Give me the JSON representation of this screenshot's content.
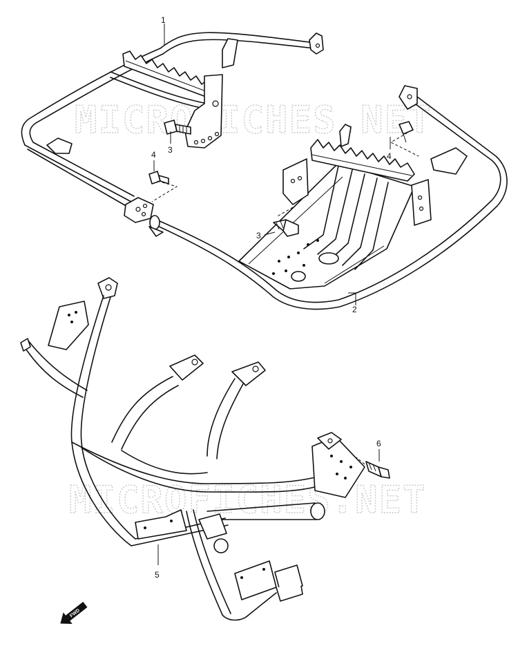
{
  "watermarks": [
    "MICROFICHES.NET",
    "MICROFICHES.NET"
  ],
  "callouts": {
    "c1": "1",
    "c2": "2",
    "c3a": "3",
    "c3b": "3",
    "c4a": "4",
    "c4b": "4",
    "c5": "5",
    "c6": "6"
  },
  "fwd_arrow_label": "FWD"
}
